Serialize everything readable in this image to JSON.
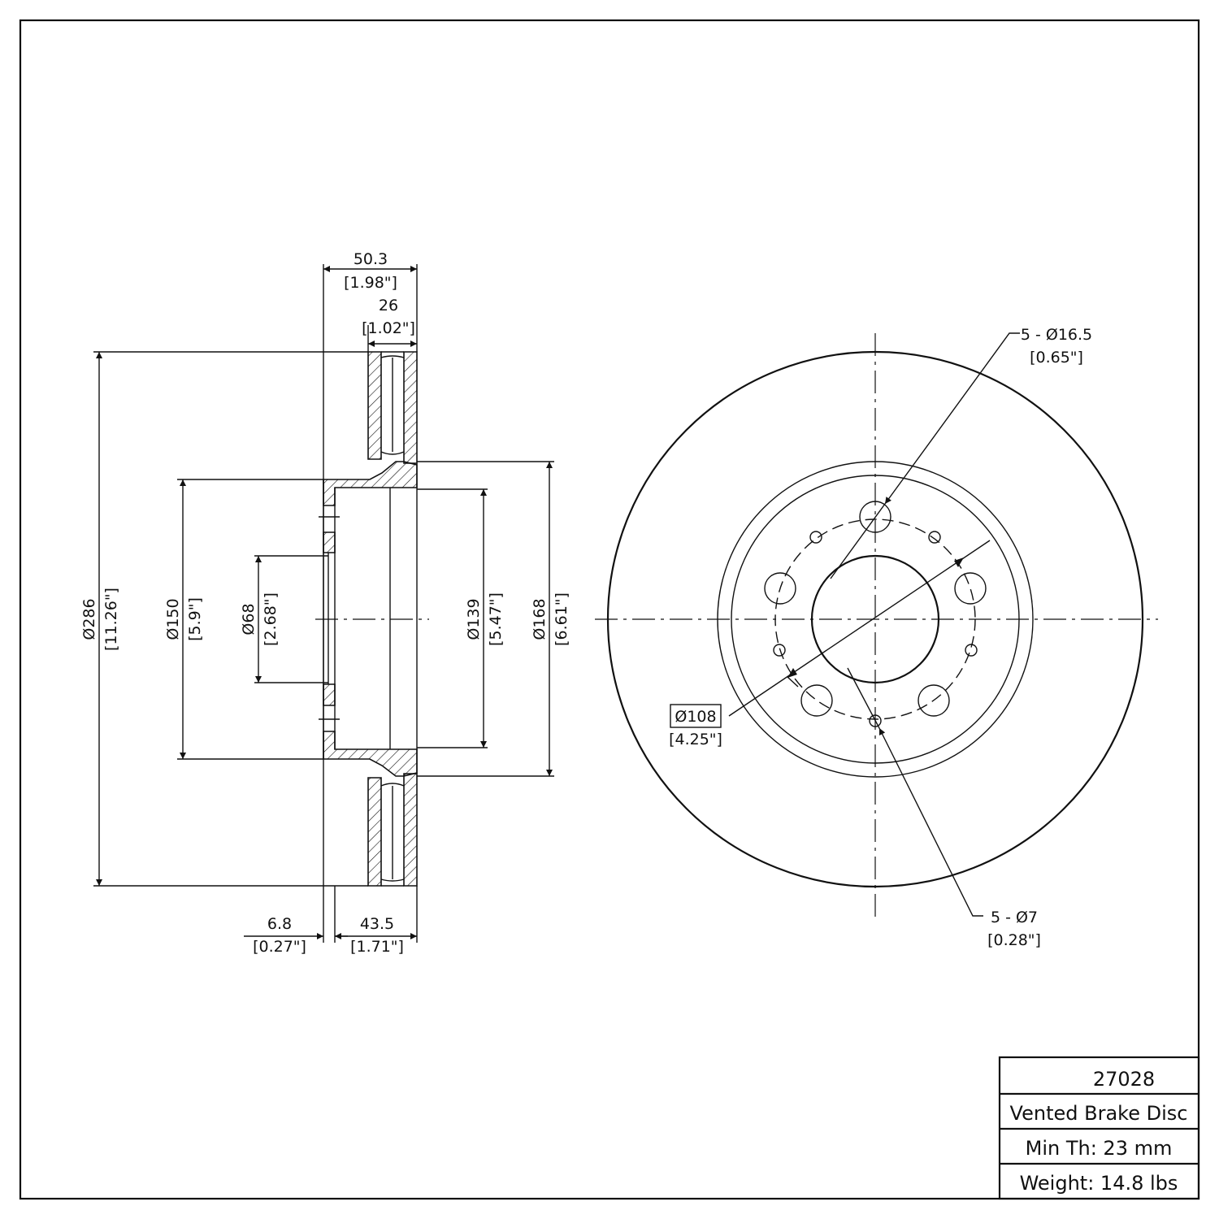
{
  "part_number": "27028",
  "description": "Vented Brake Disc",
  "min_thickness": "Min Th: 23 mm",
  "weight": "Weight: 14.8 lbs",
  "dimensions": {
    "overall_height": {
      "mm": "50.3",
      "in": "[1.98\"]"
    },
    "disc_thickness": {
      "mm": "26",
      "in": "[1.02\"]"
    },
    "outer_diameter": {
      "mm": "Ø286",
      "in": "[11.26\"]"
    },
    "hat_diameter": {
      "mm": "Ø150",
      "in": "[5.9\"]"
    },
    "center_bore": {
      "mm": "Ø68",
      "in": "[2.68\"]"
    },
    "hat_inner_diameter": {
      "mm": "Ø139",
      "in": "[5.47\"]"
    },
    "braking_inner_diameter": {
      "mm": "Ø168",
      "in": "[6.61\"]"
    },
    "hat_wall": {
      "mm": "6.8",
      "in": "[0.27\"]"
    },
    "offset": {
      "mm": "43.5",
      "in": "[1.71\"]"
    },
    "bolt_holes": {
      "mm": "5 - Ø16.5",
      "in": "[0.65\"]"
    },
    "small_holes": {
      "mm": "5 - Ø7",
      "in": "[0.28\"]"
    },
    "bolt_circle": {
      "mm": "Ø108",
      "in": "[4.25\"]"
    }
  }
}
